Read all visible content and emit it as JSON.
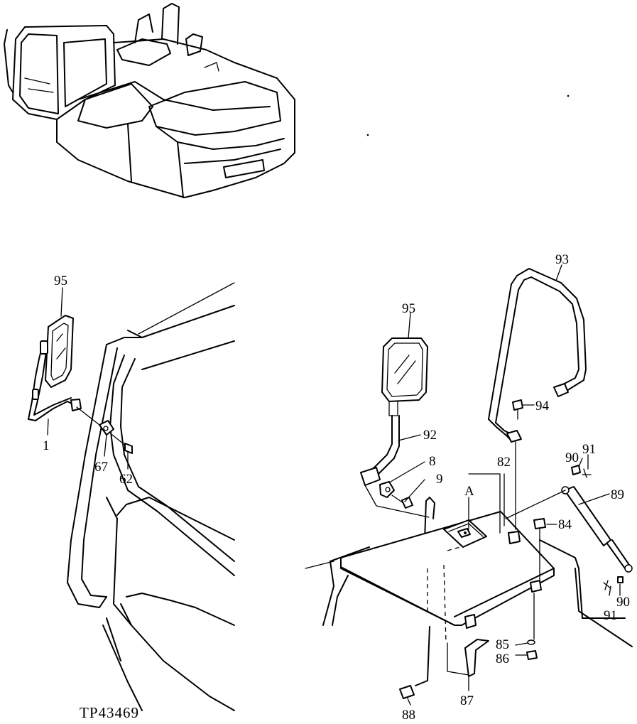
{
  "reference_code": "TP43469",
  "detail_marker": "A",
  "callouts": {
    "mirror_left": "95",
    "arm_left": "1",
    "bracket_left": "67",
    "bolt_left": "62",
    "mirror_right": "95",
    "handrail": "93",
    "handrail_bolt": "94",
    "arm_right": "92",
    "clamp_right": "8",
    "bolt_right": "9",
    "cover": "82",
    "bolt_cover": "84",
    "washer_top": "90",
    "clip_top": "91",
    "gas_spring": "89",
    "clip_bottom": "91",
    "washer_bottom": "90",
    "washer_lower": "85",
    "nut_lower": "86",
    "stopper": "87",
    "bumper": "88"
  }
}
